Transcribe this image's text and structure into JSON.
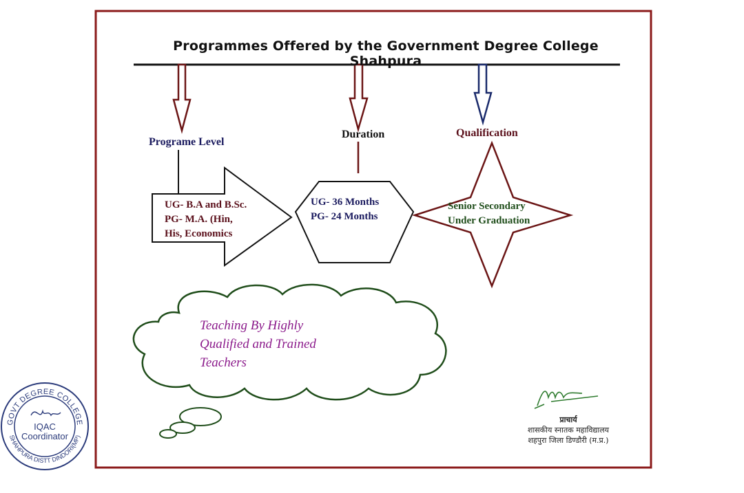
{
  "title": "Programmes Offered by the Government Degree College Shahpura",
  "branches": {
    "level_label": "Programe Level",
    "duration_label": "Duration",
    "qualification_label": "Qualification"
  },
  "level_box": {
    "line1": "UG- B.A and B.Sc.",
    "line2": "PG- M.A. (Hin,",
    "line3": "His, Economics"
  },
  "duration_box": {
    "line1": "UG- 36 Months",
    "line2": "PG- 24 Months"
  },
  "qualification_box": {
    "line1": "Senior Secondary",
    "line2": "Under Graduation"
  },
  "cloud": {
    "line1": "Teaching By Highly",
    "line2": "Qualified and Trained",
    "line3": "Teachers"
  },
  "seal": {
    "ring_top": "GOVT DEGREE COLLEGE",
    "ring_bottom": "SHAHPURA DISTT DINDORI(MP)",
    "center_line1": "IQAC",
    "center_line2": "Coordinator"
  },
  "signature_block": {
    "line1": "प्राचार्य",
    "line2": "शासकीय स्नातक महाविद्यालय",
    "line3": "शहपुरा जिला डिण्डौरी (म.प्र.)"
  },
  "colors": {
    "frame": "#8b1a1a",
    "label_blue": "#1a1a5e",
    "label_maroon": "#5a0f1a",
    "qualification_green": "#1f4d1a",
    "cloud_outline": "#1f4d1a",
    "cloud_text": "#8b1a8b",
    "seal": "#2a3a7a"
  }
}
